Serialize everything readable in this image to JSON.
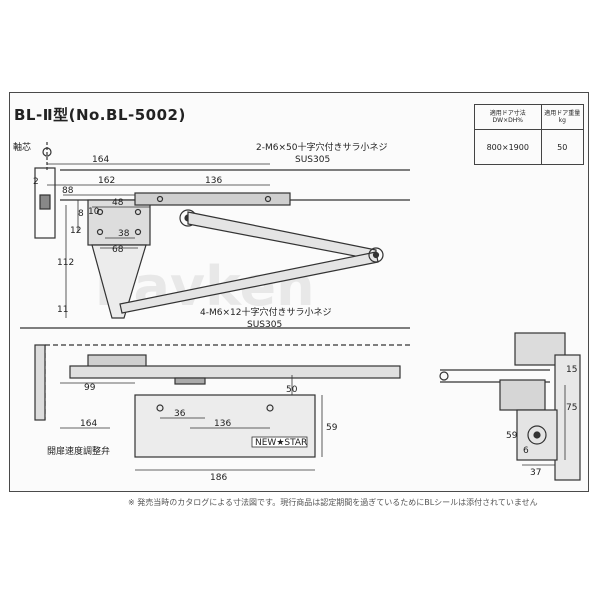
{
  "title": "BL-Ⅱ型(No.BL-5002)",
  "spec_table": {
    "headers": [
      "適用ドア寸法 DW×DH%",
      "適用ドア重量 kg"
    ],
    "values": [
      "800×1900",
      "50"
    ]
  },
  "labels": {
    "pivot": "軸芯",
    "screw_top": "2-M6×50十字穴付きサラ小ネジ",
    "sus_top": "SUS305",
    "screw_mid": "4-M6×12十字穴付きサラ小ネジ",
    "sus_mid": "SUS305",
    "speed_valve": "開扉速度調整弁",
    "brand": "NEW★STAR",
    "watermark": "navken"
  },
  "dimensions": {
    "d164_top": "164",
    "d162": "162",
    "d136_top": "136",
    "d88": "88",
    "d48": "48",
    "d38": "38",
    "d68": "68",
    "d2": "2",
    "d12": "12",
    "d8": "8",
    "d10": "10",
    "d112": "112",
    "d11": "11",
    "d99": "99",
    "d50": "50",
    "d36": "36",
    "d164_bot": "164",
    "d136_bot": "136",
    "d59": "59",
    "d186": "186",
    "d15": "15",
    "d75": "75",
    "d59_side": "59",
    "d37": "37",
    "d6": "6"
  },
  "footnote": "※ 発売当時のカタログによる寸法図です。現行商品は認定期間を過ぎているためにBLシールは添付されていません"
}
